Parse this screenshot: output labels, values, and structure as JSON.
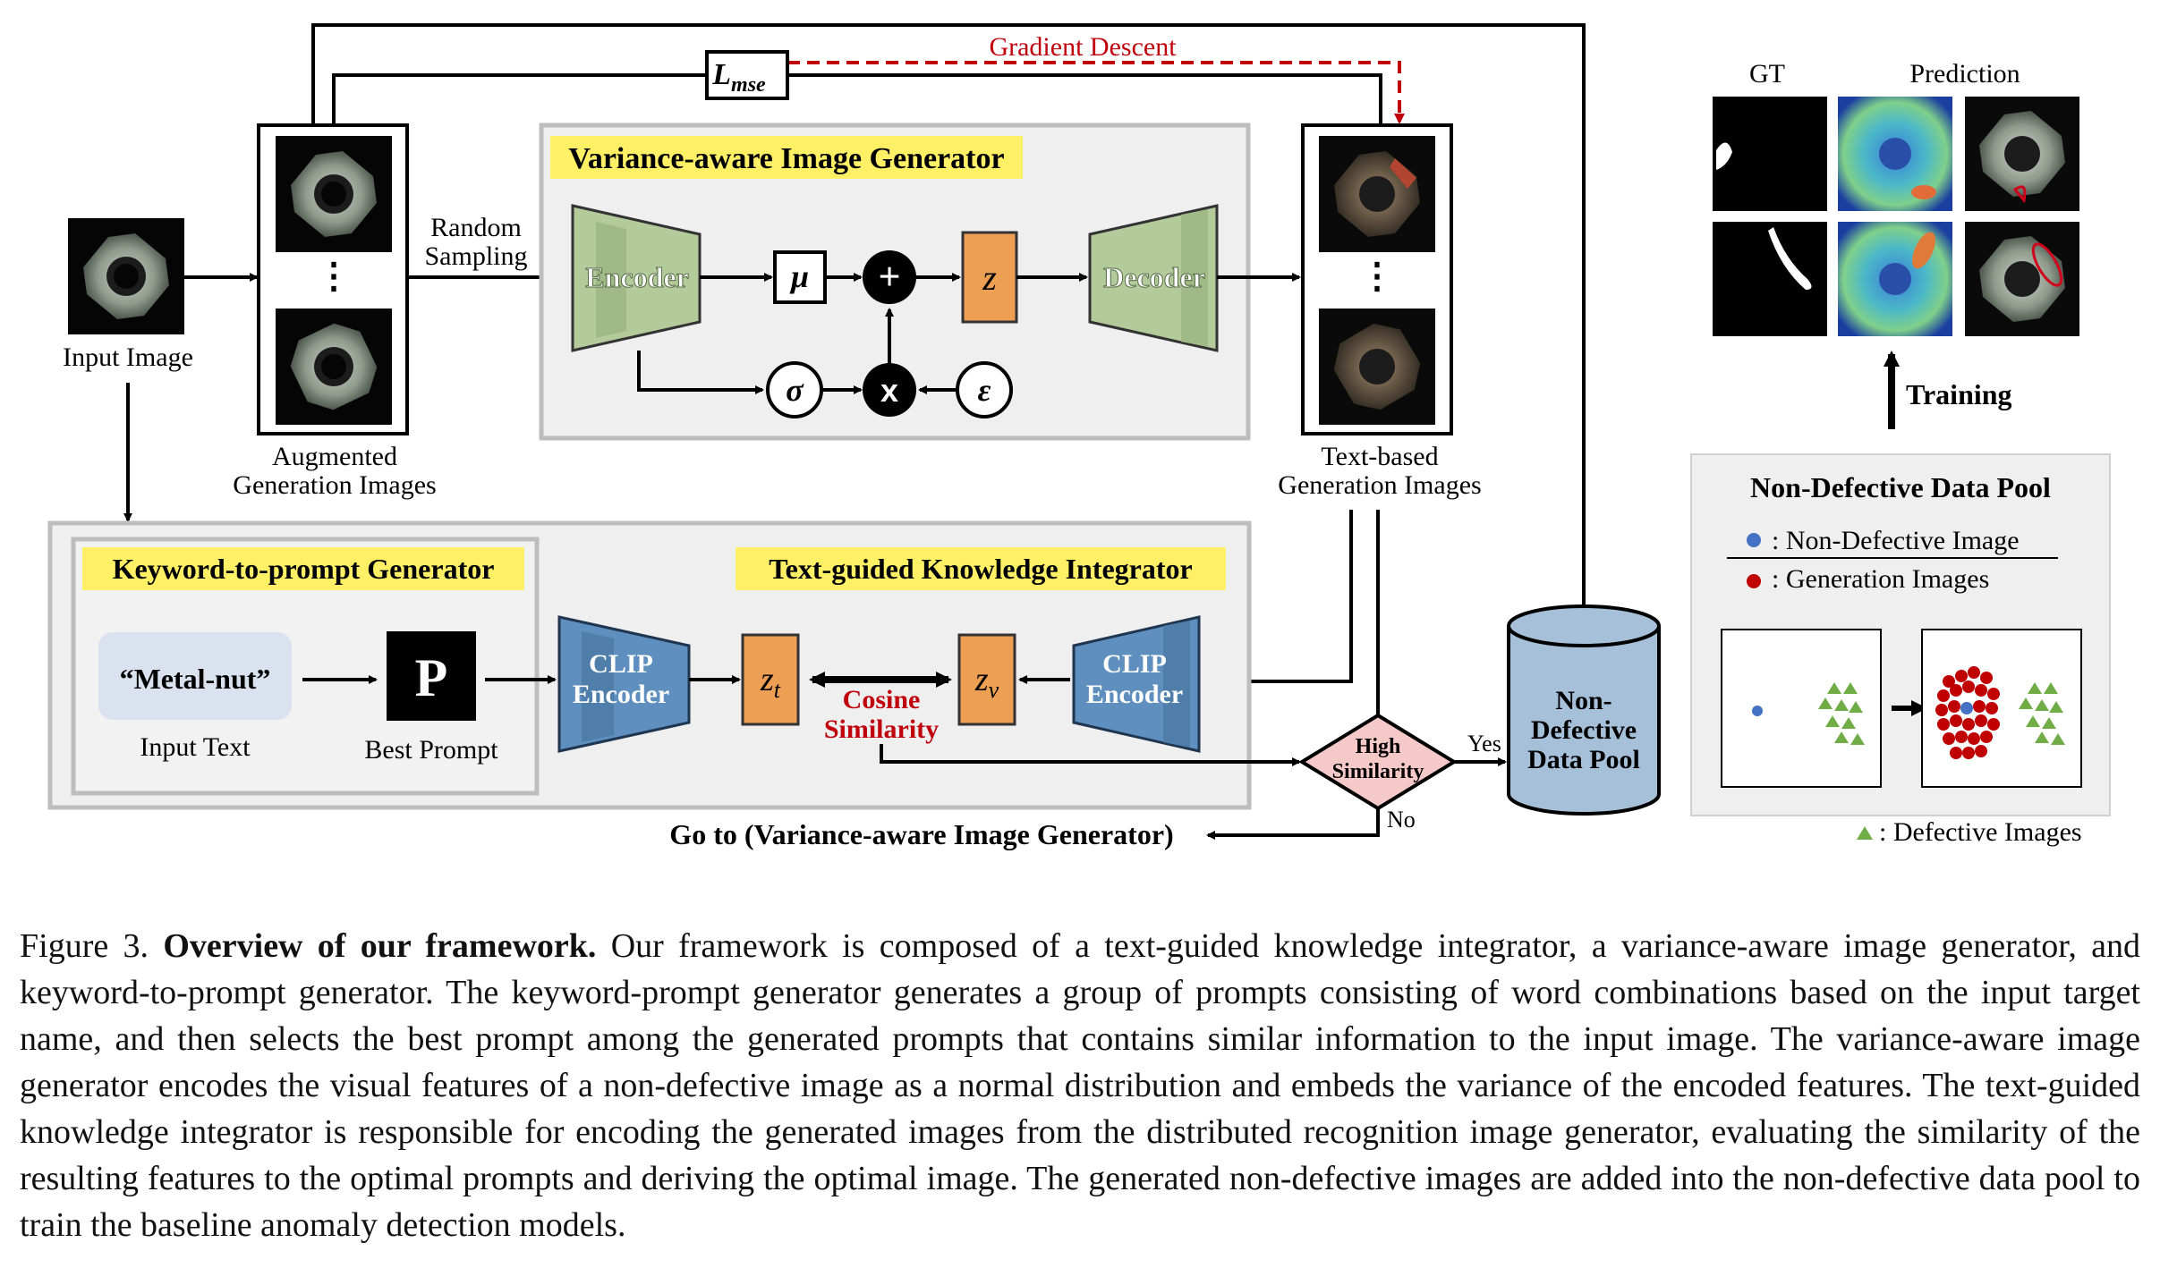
{
  "diagram": {
    "input_image_label": "Input Image",
    "augmented_label_1": "Augmented",
    "augmented_label_2": "Generation Images",
    "random_sampling_1": "Random",
    "random_sampling_2": "Sampling",
    "lmse_label": "L",
    "lmse_sub": "mse",
    "gradient_descent": "Gradient Descent",
    "vaig_title": "Variance-aware Image Generator",
    "encoder": "Encoder",
    "decoder": "Decoder",
    "mu": "μ",
    "sigma": "σ",
    "epsilon": "ε",
    "z": "z",
    "plus": "+",
    "times": "x",
    "ellipsis": "⋮",
    "text_based_1": "Text-based",
    "text_based_2": "Generation Images",
    "k2p_title": "Keyword-to-prompt Generator",
    "input_text_value": "“Metal-nut”",
    "input_text_label": "Input Text",
    "prompt_symbol": "P",
    "best_prompt_label": "Best Prompt",
    "tgki_title": "Text-guided Knowledge Integrator",
    "clip_encoder_1": "CLIP",
    "clip_encoder_2": "Encoder",
    "zt": "z",
    "zt_sub": "t",
    "zv": "z",
    "zv_sub": "v",
    "cosine_1": "Cosine",
    "cosine_2": "Similarity",
    "high_sim_1": "High",
    "high_sim_2": "Similarity",
    "yes": "Yes",
    "no": "No",
    "go_to": "Go to (Variance-aware Image Generator)",
    "pool_1": "Non-",
    "pool_2": "Defective",
    "pool_3": "Data Pool",
    "gt_label": "GT",
    "prediction_label": "Prediction",
    "training_label": "Training",
    "ndp_title": "Non-Defective Data Pool",
    "legend_nondefective": ": Non-Defective Image",
    "legend_generation": ": Generation Images",
    "legend_defective": ": Defective Images"
  },
  "caption": {
    "figure_no": "Figure 3.",
    "title": "Overview of our framework.",
    "text": "Our framework is composed of a text-guided knowledge integrator, a variance-aware image generator, and keyword-to-prompt generator. The keyword-prompt generator generates a group of prompts consisting of word combinations based on the input target name, and then selects the best prompt among the generated prompts that contains similar information to the input image. The variance-aware image generator encodes the visual features of a non-defective image as a normal distribution and embeds the variance of the encoded features. The text-guided knowledge integrator is responsible for encoding the generated images from the distributed recognition image generator, evaluating the similarity of the resulting features to the optimal prompts and deriving the optimal image. The generated non-defective images are added into the non-defective data pool to train the baseline anomaly detection models."
  },
  "colors": {
    "grey_panel": "#efefef",
    "yellow_title": "#fff066",
    "orange_box": "#ed9f54",
    "green_encoder": "#b3cb9b",
    "blue_clip": "#5f8fbe",
    "pool_blue": "#a7c0d9",
    "diamond_pink": "#f6c9c9",
    "gradient_red": "#c0000b",
    "dot_blue": "#4472c4",
    "dot_red": "#c00000",
    "tri_green": "#70ad47"
  }
}
